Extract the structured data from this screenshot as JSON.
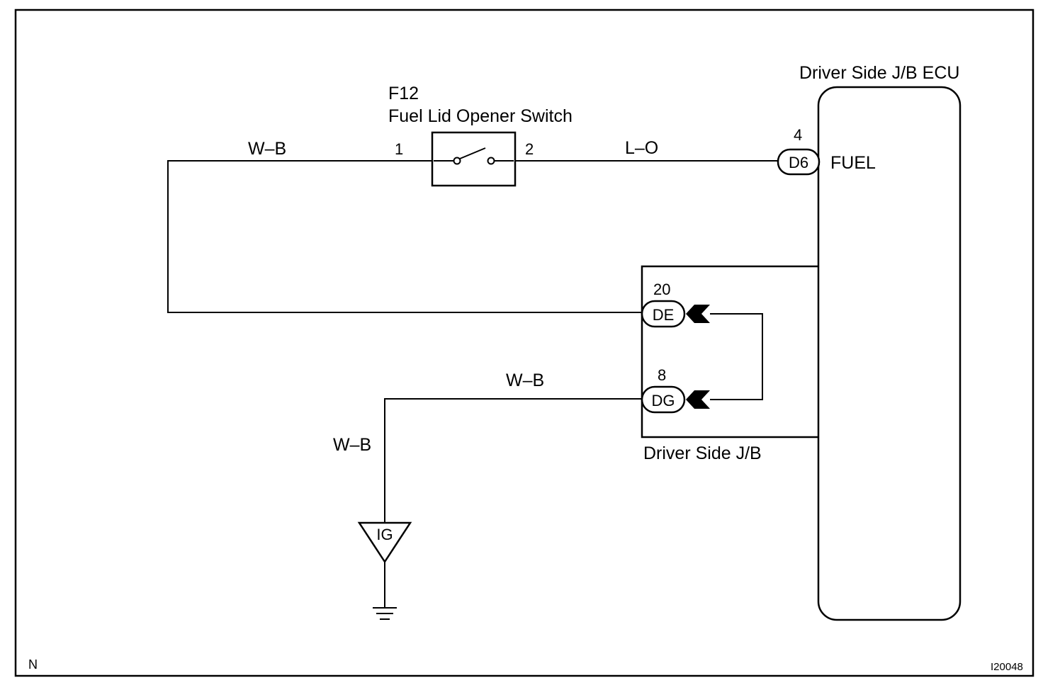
{
  "switch": {
    "ref": "F12",
    "name": "Fuel Lid Opener Switch",
    "pin_left": "1",
    "pin_right": "2"
  },
  "ecu": {
    "name": "Driver Side J/B ECU",
    "connector": "D6",
    "pin": "4",
    "terminal": "FUEL"
  },
  "junction_block": {
    "name": "Driver Side J/B",
    "connectors": [
      {
        "id": "DE",
        "pin": "20"
      },
      {
        "id": "DG",
        "pin": "8"
      }
    ]
  },
  "wires": {
    "top_left": "W–B",
    "top_right": "L–O",
    "dg_wire": "W–B",
    "ground_wire": "W–B"
  },
  "ground": {
    "label": "IG"
  },
  "footer": {
    "left": "N",
    "right": "I20048"
  }
}
